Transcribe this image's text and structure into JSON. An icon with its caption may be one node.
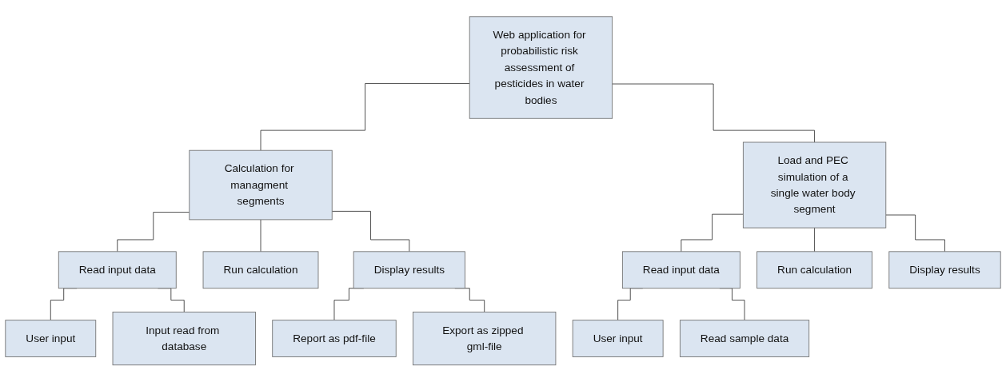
{
  "diagram": {
    "nodes": [
      {
        "text": [
          "Web application for probabilistic risk assessment of pesticides in water bodies"
        ]
      },
      {
        "text": [
          "Calculation for managment segments"
        ]
      },
      {
        "text": [
          "Load and PEC simulation of a single water body segment"
        ]
      },
      {
        "text": [
          "Read input data"
        ]
      },
      {
        "text": [
          "Run calculation"
        ]
      },
      {
        "text": [
          "Display results"
        ]
      },
      {
        "text": [
          "User input"
        ]
      },
      {
        "text": [
          "Input read from database"
        ]
      },
      {
        "text": [
          "Report as pdf-file"
        ]
      },
      {
        "text": [
          "Export as zipped gml-file"
        ]
      },
      {
        "text": [
          "Read input data"
        ]
      },
      {
        "text": [
          "Run calculation"
        ]
      },
      {
        "text": [
          "Display results"
        ]
      },
      {
        "text": [
          "User input"
        ]
      },
      {
        "text": [
          "Read sample data"
        ]
      }
    ],
    "edges": [
      {
        "from": 0,
        "to": 1,
        "arrow": "none"
      },
      {
        "from": 0,
        "to": 2,
        "arrow": "none"
      },
      {
        "from": 1,
        "to": 3,
        "arrow": "none"
      },
      {
        "from": 1,
        "to": 4,
        "arrow": "none"
      },
      {
        "from": 1,
        "to": 5,
        "arrow": "none"
      },
      {
        "from": 3,
        "to": 6,
        "arrow": "none"
      },
      {
        "from": 3,
        "to": 7,
        "arrow": "none"
      },
      {
        "from": 5,
        "to": 8,
        "arrow": "none"
      },
      {
        "from": 5,
        "to": 9,
        "arrow": "none"
      },
      {
        "from": 2,
        "to": 10,
        "arrow": "none"
      },
      {
        "from": 2,
        "to": 11,
        "arrow": "none"
      },
      {
        "from": 2,
        "to": 12,
        "arrow": "none"
      },
      {
        "from": 10,
        "to": 13,
        "arrow": "none"
      },
      {
        "from": 10,
        "to": 14,
        "arrow": "none"
      }
    ]
  }
}
